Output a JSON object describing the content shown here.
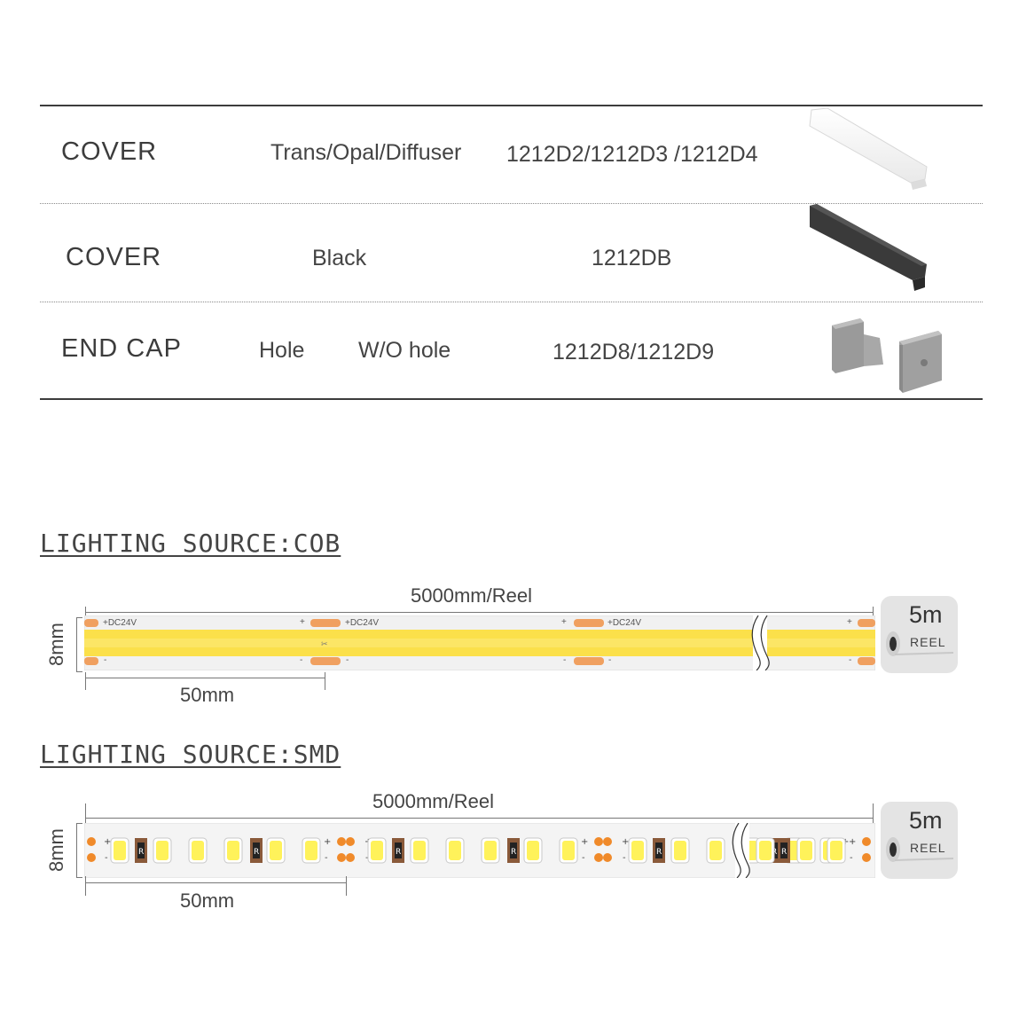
{
  "parts_table": {
    "rows": [
      {
        "part": "COVER",
        "option_a": "Trans/Opal/Diffuser",
        "option_b": "",
        "model": "1212D2/1212D3 /1212D4",
        "image": "white-cover-profile-image"
      },
      {
        "part": "COVER",
        "option_a": "Black",
        "option_b": "",
        "model": "1212DB",
        "image": "black-cover-profile-image"
      },
      {
        "part": "END CAP",
        "option_a": "Hole",
        "option_b": "W/O hole",
        "model": "1212D8/1212D9",
        "image": "end-cap-image"
      }
    ]
  },
  "cob": {
    "title": "LIGHTING  SOURCE:COB",
    "reel_length": "5000mm/Reel",
    "width": "8mm",
    "cut_length": "50mm",
    "voltage_label": "+DC24V",
    "plus": "+",
    "minus": "-",
    "badge_length": "5m",
    "badge_text": "REEL"
  },
  "smd": {
    "title": "LIGHTING  SOURCE:SMD",
    "reel_length": "5000mm/Reel",
    "width": "8mm",
    "cut_length": "50mm",
    "resistor_label": "R",
    "plus": "+",
    "minus": "-",
    "badge_length": "5m",
    "badge_text": "REEL"
  },
  "colors": {
    "cob_yellow": "#fbe04a",
    "pad_orange": "#f08a2a",
    "led_yellow": "#fff25a",
    "strip_base": "#f2f2f2"
  }
}
